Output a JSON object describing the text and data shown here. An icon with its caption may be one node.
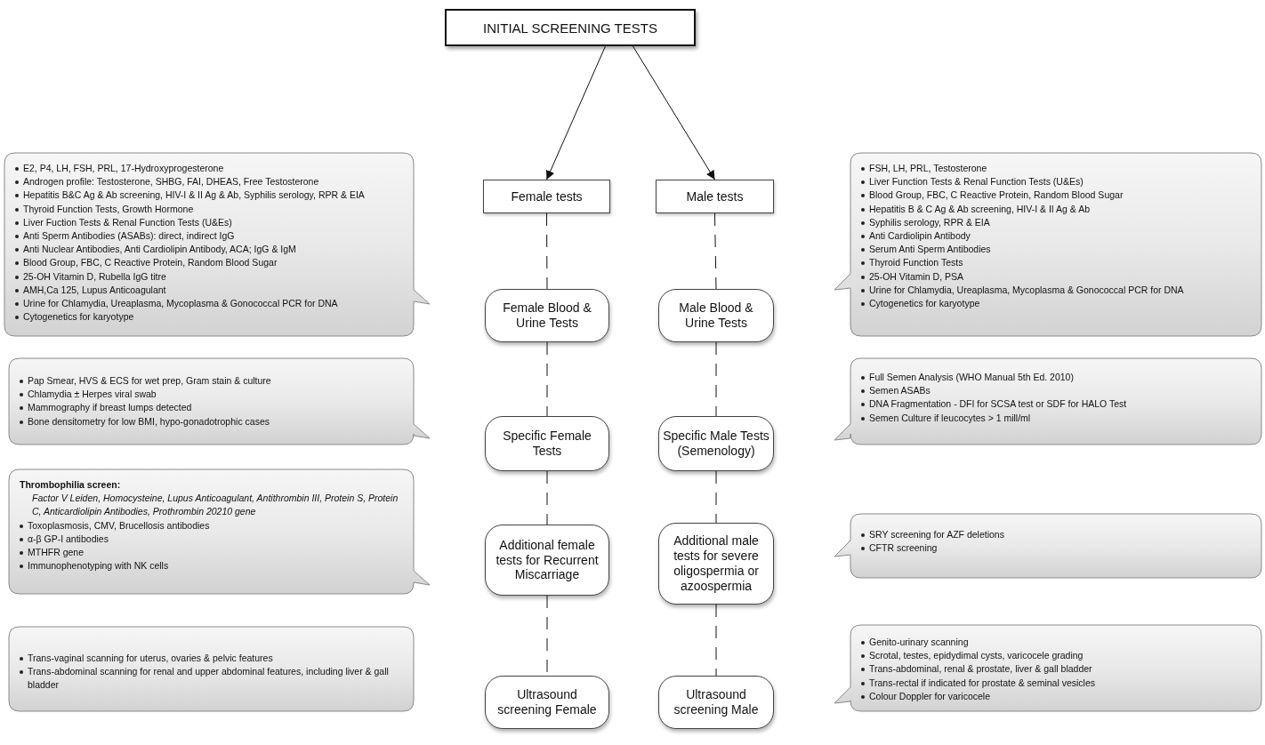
{
  "diagram": {
    "nodes": [
      {
        "text": [
          "INITIAL SCREENING TESTS"
        ]
      },
      {
        "text": [
          "Female tests"
        ]
      },
      {
        "text": [
          "Male tests"
        ]
      },
      {
        "text": [
          "Female Blood & Urine Tests"
        ]
      },
      {
        "text": [
          "Male Blood & Urine Tests"
        ]
      },
      {
        "text": [
          "Specific Female Tests"
        ]
      },
      {
        "text": [
          "Specific Male Tests (Semenology)"
        ]
      },
      {
        "text": [
          "Additional female tests for Recurrent Miscarriage"
        ]
      },
      {
        "text": [
          "Additional male tests for severe oligospermia or azoospermia"
        ]
      },
      {
        "text": [
          "Ultrasound screening Female"
        ]
      },
      {
        "text": [
          "Ultrasound screening Male"
        ]
      },
      {
        "text": [
          "E2, P4, LH, FSH, PRL, 17-Hydroxyprogesterone",
          "Androgen profile: Testosterone, SHBG, FAI, DHEAS, Free Testosterone",
          "Hepatitis B&C Ag & Ab screening, HIV-I & II Ag & Ab, Syphilis serology, RPR & EIA",
          "Thyroid Function Tests, Growth Hormone",
          "Liver Fuction Tests & Renal Function Tests (U&Es)",
          "Anti Sperm Antibodies (ASABs): direct, indirect IgG",
          "Anti Nuclear Antibodies, Anti Cardiolipin Antibody, ACA; IgG & IgM",
          "Blood Group, FBC, C Reactive Protein, Random Blood Sugar",
          "25-OH Vitamin D, Rubella IgG titre",
          "AMH,Ca 125, Lupus Anticoagulant",
          "Urine for Chlamydia, Ureaplasma, Mycoplasma & Gonococcal PCR for DNA",
          "Cytogenetics for karyotype"
        ]
      },
      {
        "text": [
          "FSH, LH, PRL, Testosterone",
          "Liver Function Tests & Renal Function Tests (U&Es)",
          "Blood Group, FBC, C Reactive Protein, Random Blood Sugar",
          "Hepatitis B & C Ag & Ab screening, HIV-I & II Ag & Ab",
          "Syphilis serology, RPR & EIA",
          "Anti Cardiolipin Antibody",
          "Serum Anti Sperm Antibodies",
          "Thyroid Function Tests",
          "25-OH Vitamin D, PSA",
          "Urine for Chlamydia, Ureaplasma, Mycoplasma & Gonococcal PCR for DNA",
          "Cytogenetics for karyotype"
        ]
      },
      {
        "text": [
          "Pap Smear, HVS & ECS for wet prep, Gram stain & culture",
          "Chlamydia ± Herpes viral swab",
          "Mammography if breast lumps detected",
          "Bone densitometry for low BMI, hypo-gonadotrophic cases"
        ]
      },
      {
        "text": [
          "Full Semen Analysis (WHO Manual 5th Ed. 2010)",
          "Semen ASABs",
          "DNA Fragmentation - DFI for SCSA test or SDF for HALO Test",
          "Semen Culture if leucocytes > 1 mill/ml"
        ]
      },
      {
        "text": [
          "Thrombophilia screen:",
          "Factor V Leiden, Homocysteine, Lupus Anticoagulant, Antithrombin III, Protein S, Protein C, Anticardiolipin Antibodies, Prothrombin 20210 gene",
          "Toxoplasmosis, CMV, Brucellosis antibodies",
          "α-β GP-I antibodies",
          "MTHFR gene",
          "Immunophenotyping with NK cells"
        ]
      },
      {
        "text": [
          "SRY screening for AZF deletions",
          "CFTR screening"
        ]
      },
      {
        "text": [
          "Trans-vaginal scanning for uterus, ovaries & pelvic features",
          "Trans-abdominal scanning for renal and upper abdominal features, including liver & gall bladder"
        ]
      },
      {
        "text": [
          "Genito-urinary scanning",
          "Scrotal, testes, epidydimal cysts, varicocele grading",
          "Trans-abdominal, renal & prostate, liver & gall bladder",
          "Trans-rectal if indicated for prostate & seminal vesicles",
          "Colour Doppler for varicocele"
        ]
      }
    ],
    "edges": [
      {
        "from": 0,
        "to": 1,
        "arrow": "to"
      },
      {
        "from": 0,
        "to": 2,
        "arrow": "to"
      },
      {
        "from": 1,
        "to": 3,
        "arrow": "none",
        "style": "dashed"
      },
      {
        "from": 3,
        "to": 5,
        "arrow": "none",
        "style": "dashed"
      },
      {
        "from": 5,
        "to": 7,
        "arrow": "none",
        "style": "dashed"
      },
      {
        "from": 7,
        "to": 9,
        "arrow": "none",
        "style": "dashed"
      },
      {
        "from": 2,
        "to": 4,
        "arrow": "none",
        "style": "dashed"
      },
      {
        "from": 4,
        "to": 6,
        "arrow": "none",
        "style": "dashed"
      },
      {
        "from": 6,
        "to": 8,
        "arrow": "none",
        "style": "dashed"
      },
      {
        "from": 8,
        "to": 10,
        "arrow": "none",
        "style": "dashed"
      }
    ]
  }
}
